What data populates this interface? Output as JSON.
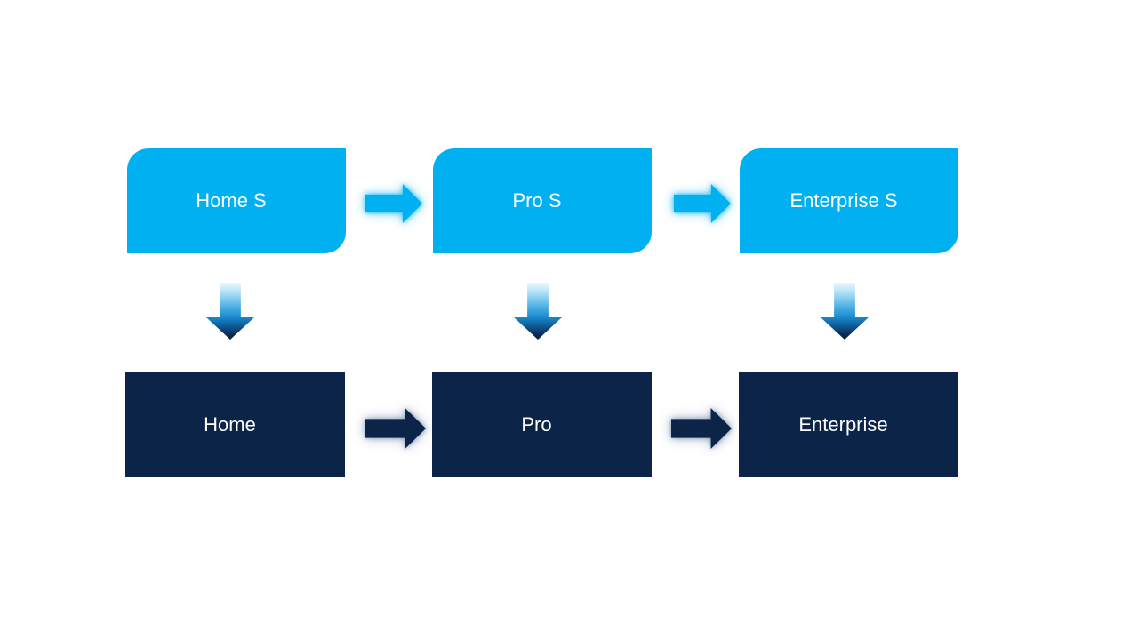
{
  "diagram": {
    "colors": {
      "light_blue": "#00B0F0",
      "dark_navy": "#0B2447",
      "background": "#FFFFFF",
      "text": "#FFFFFF",
      "down_arrow_gradient_top": "#EAF7FE",
      "down_arrow_gradient_bottom": "#091C38"
    },
    "top_row": {
      "nodes": [
        {
          "label": "Home S"
        },
        {
          "label": "Pro S"
        },
        {
          "label": "Enterprise S"
        }
      ]
    },
    "bottom_row": {
      "nodes": [
        {
          "label": "Home"
        },
        {
          "label": "Pro"
        },
        {
          "label": "Enterprise"
        }
      ]
    },
    "icons": {
      "horizontal_connector": "right-arrow",
      "vertical_connector": "down-arrow"
    }
  }
}
